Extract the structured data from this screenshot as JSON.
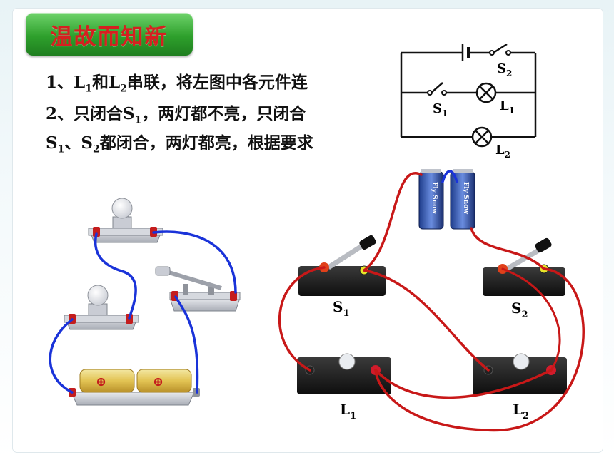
{
  "title": "温故而知新",
  "questions": [
    {
      "num": "1、",
      "parts": [
        "L",
        "1",
        "和L",
        "2",
        "串联，将左图中各元件连"
      ]
    },
    {
      "num": "2、",
      "parts": [
        "只闭合S",
        "1",
        "，两灯都不亮，只闭合"
      ]
    },
    {
      "num": "",
      "parts": [
        "S",
        "1",
        "、S",
        "2",
        "都闭合，两灯都亮，根据要求"
      ]
    }
  ],
  "schematic_labels": {
    "s2": "S",
    "s2_sub": "2",
    "s1": "S",
    "s1_sub": "1",
    "l1": "L",
    "l1_sub": "1",
    "l2": "L",
    "l2_sub": "2"
  },
  "photo_labels": {
    "s1": "S",
    "s1_sub": "1",
    "s2": "S",
    "s2_sub": "2",
    "l1": "L",
    "l1_sub": "1",
    "l2": "L",
    "l2_sub": "2"
  },
  "battery_text": "Fly Snow",
  "battery_symbol": "⊕",
  "colors": {
    "badge": "#2ea02c",
    "badge_text": "#d62020",
    "wire_blue": "#1a33d9",
    "wire_red": "#c81818",
    "terminal": "#e8e62a"
  }
}
